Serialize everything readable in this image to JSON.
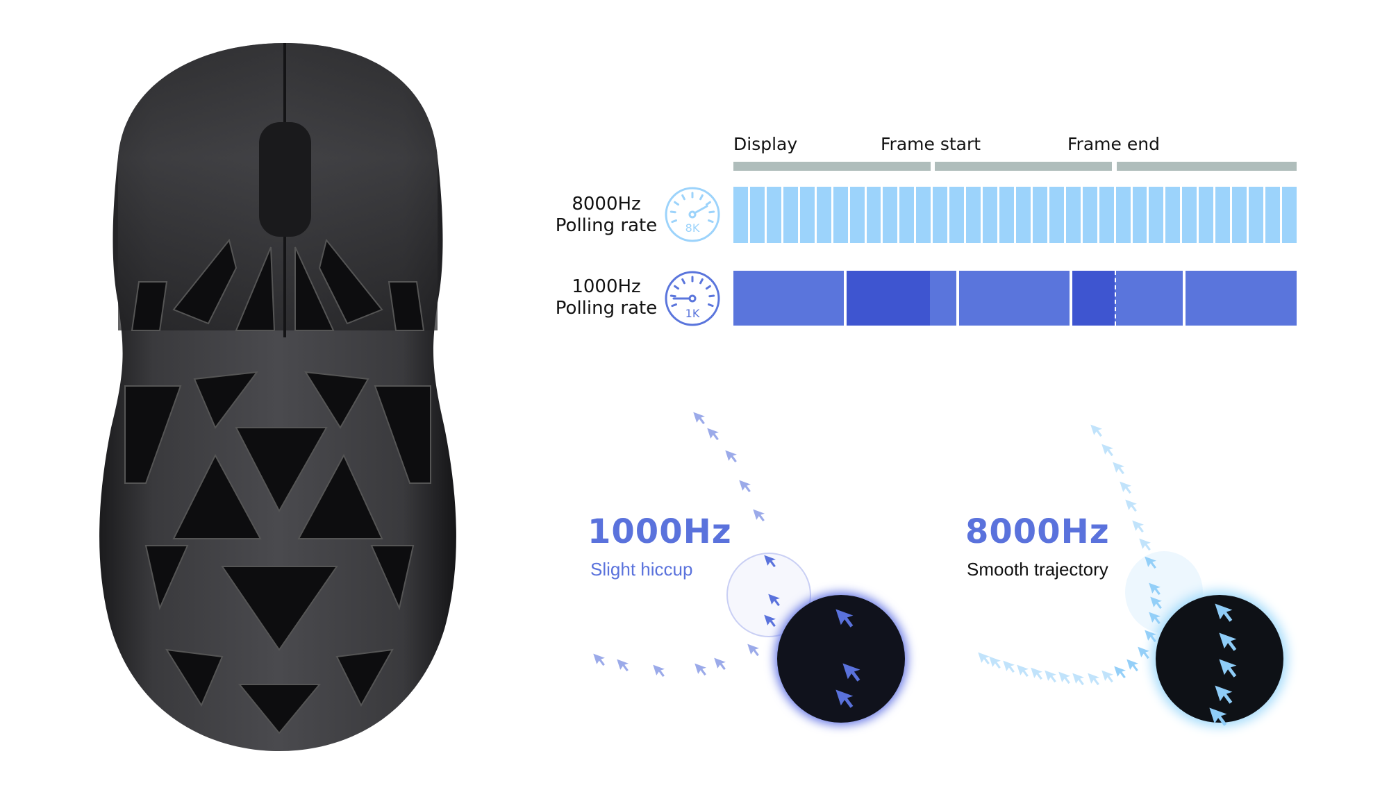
{
  "timeline": {
    "labels": [
      "Display",
      "Frame start",
      "Frame end"
    ]
  },
  "rows": [
    {
      "rate": "8000Hz",
      "label": "Polling rate",
      "gauge_text": "8K",
      "color": "#9cd3fb",
      "reports_shown": 34
    },
    {
      "rate": "1000Hz",
      "label": "Polling rate",
      "gauge_text": "1K",
      "color": "#5a75dc",
      "highlight_color": "#3e55d0"
    }
  ],
  "comparison": {
    "left": {
      "title": "1000Hz",
      "caption": "Slight hiccup",
      "color": "#5a72dc"
    },
    "right": {
      "title": "8000Hz",
      "caption": "Smooth trajectory",
      "color": "#8fcdf8"
    }
  }
}
